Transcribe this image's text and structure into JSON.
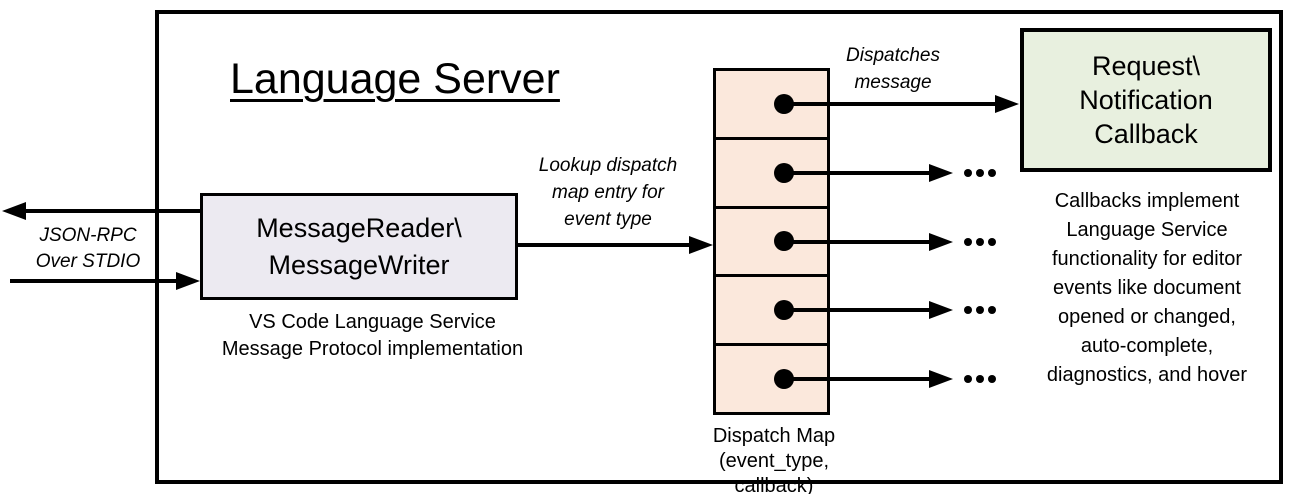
{
  "title": "Language Server",
  "colors": {
    "outline": "#000000",
    "background": "#ffffff",
    "message_box_fill": "#eceaf1",
    "dispatch_map_fill": "#fbe8dc",
    "callback_box_fill": "#e8f0df"
  },
  "stdio": {
    "label_lines": [
      "JSON-RPC",
      "Over STDIO"
    ]
  },
  "message_box": {
    "name_lines": [
      "MessageReader\\",
      "MessageWriter"
    ],
    "caption_lines": [
      "VS Code Language Service",
      "Message Protocol implementation"
    ]
  },
  "lookup_label_lines": [
    "Lookup dispatch",
    "map entry for",
    "event type"
  ],
  "dispatch_map": {
    "row_count": 5,
    "caption_lines": [
      "Dispatch Map",
      "(event_type, callback)"
    ]
  },
  "dispatches_label_lines": [
    "Dispatches",
    "message"
  ],
  "callback_box_lines": [
    "Request\\",
    "Notification",
    "Callback"
  ],
  "callbacks_note_lines": [
    "Callbacks implement",
    "Language Service",
    "functionality for editor",
    "events like document",
    "opened or changed,",
    "auto-complete,",
    "diagnostics, and hover"
  ],
  "icons": {
    "dispatch_entry_dot": "filled-circle",
    "continuation": "horizontal-ellipsis",
    "arrowhead": "solid-triangle"
  }
}
